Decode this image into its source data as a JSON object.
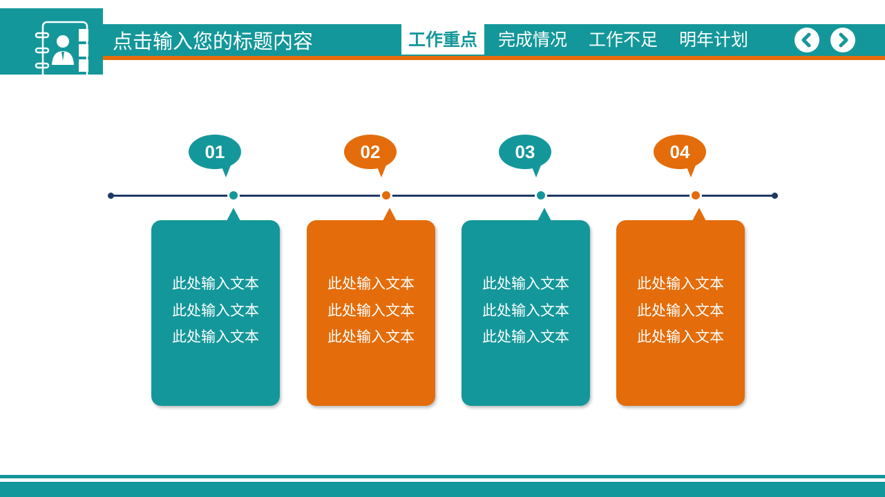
{
  "header": {
    "title": "点击输入您的标题内容",
    "tabs": [
      {
        "label": "工作重点",
        "active": true
      },
      {
        "label": "完成情况",
        "active": false
      },
      {
        "label": "工作不足",
        "active": false
      },
      {
        "label": "明年计划",
        "active": false
      }
    ],
    "logo_icon": "contact-book-icon",
    "prev_icon": "chevron-left-icon",
    "next_icon": "chevron-right-icon"
  },
  "colors": {
    "teal": "#14979a",
    "orange": "#e46c0a",
    "navy": "#1f3864"
  },
  "steps": [
    {
      "number": "01",
      "color": "teal",
      "lines": [
        "此处输入文本",
        "此处输入文本",
        "此处输入文本"
      ]
    },
    {
      "number": "02",
      "color": "orange",
      "lines": [
        "此处输入文本",
        "此处输入文本",
        "此处输入文本"
      ]
    },
    {
      "number": "03",
      "color": "teal",
      "lines": [
        "此处输入文本",
        "此处输入文本",
        "此处输入文本"
      ]
    },
    {
      "number": "04",
      "color": "orange",
      "lines": [
        "此处输入文本",
        "此处输入文本",
        "此处输入文本"
      ]
    }
  ]
}
